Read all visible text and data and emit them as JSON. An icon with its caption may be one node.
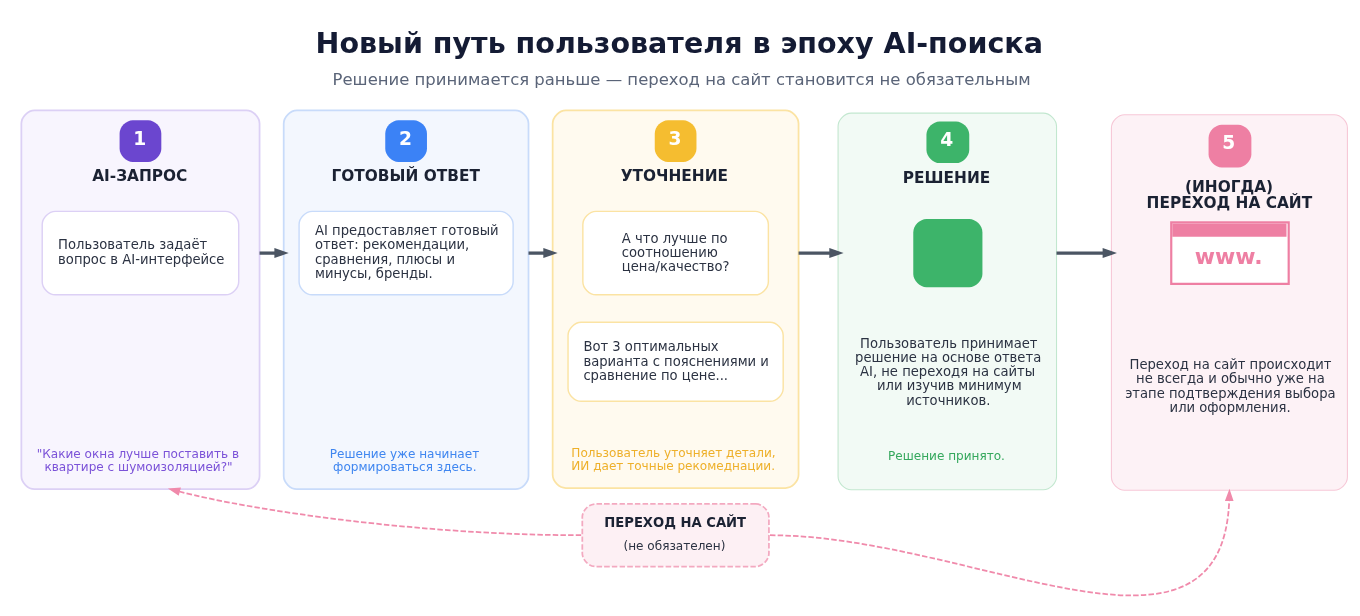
{
  "diagram": {
    "title": "Новый путь пользователя в эпоху AI-поиска",
    "caption": "Решение принимается раньше — переход на сайт становится не обязательным",
    "nodes": [
      {
        "text": [
          "1",
          "AI-ЗАПРОС",
          "\"Какие окна лучше поставить в квартире с шумоизоляцией?\""
        ]
      },
      {
        "text": [
          "Пользователь задаёт вопрос в AI-интерфейсе"
        ],
        "in": 0
      },
      {
        "text": [
          "2",
          "ГОТОВЫЙ ОТВЕТ",
          "Решение уже начинает формироваться здесь."
        ]
      },
      {
        "text": [
          "AI предоставляет готовый ответ: рекомендации, сравнения, плюсы и минусы, бренды."
        ],
        "in": 2
      },
      {
        "text": [
          "3",
          "УТОЧНЕНИЕ",
          "Пользователь уточняет детали, ИИ дает точные рекомеднации."
        ]
      },
      {
        "text": [
          "А что лучше по соотношению цена/качество?"
        ],
        "in": 4
      },
      {
        "text": [
          "Вот 3 оптимальных варианта с пояснениями и сравнение по цене..."
        ],
        "in": 4
      },
      {
        "text": [
          "4",
          "РЕШЕНИЕ",
          "Пользователь принимает решение на основе ответа AI, не переходя на сайты или изучив минимум источников.",
          "Решение принято."
        ]
      },
      {
        "text": [
          "5",
          "(ИНОГДА) ПЕРЕХОД НА САЙТ",
          "www.",
          "Переход на сайт происходит не всегда и обычно уже на этапе подтверждения выбора или оформления."
        ]
      },
      {
        "text": [
          "ПЕРЕХОД НА САЙТ",
          "(не обязателен)"
        ]
      }
    ],
    "edges": [
      {
        "from": 0,
        "to": 2,
        "arrow": "to"
      },
      {
        "from": 2,
        "to": 4,
        "arrow": "to"
      },
      {
        "from": 4,
        "to": 7,
        "arrow": "to"
      },
      {
        "from": 7,
        "to": 8,
        "arrow": "to"
      },
      {
        "from": 9,
        "to": 0,
        "arrow": "to",
        "style": "dashed",
        "color": "#f08aab"
      },
      {
        "from": 9,
        "to": 8,
        "arrow": "to",
        "style": "dashed",
        "color": "#f08aab"
      }
    ]
  }
}
